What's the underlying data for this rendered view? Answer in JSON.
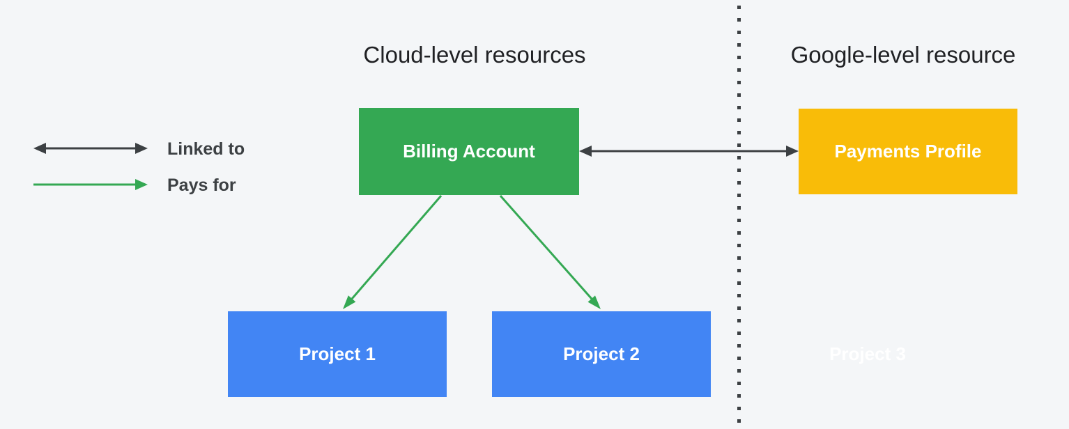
{
  "diagram": {
    "sections": {
      "cloud": {
        "title": "Cloud-level resources"
      },
      "google": {
        "title": "Google-level resource"
      }
    },
    "legend": {
      "linked_to": {
        "label": "Linked to",
        "arrow_style": "double-headed-dark"
      },
      "pays_for": {
        "label": "Pays for",
        "arrow_style": "single-headed-green"
      }
    },
    "nodes": {
      "billing_account": {
        "label": "Billing Account",
        "fill": "#34a853",
        "text_color": "#ffffff"
      },
      "payments_profile": {
        "label": "Payments Profile",
        "fill": "#f9bc08",
        "text_color": "#ffffff"
      },
      "project_1": {
        "label": "Project 1",
        "fill": "#4285f4",
        "text_color": "#ffffff"
      },
      "project_2": {
        "label": "Project 2",
        "fill": "#4285f4",
        "text_color": "#ffffff"
      },
      "project_3": {
        "label": "Project 3",
        "fill": "transparent",
        "text_color": "#ffffff"
      }
    },
    "edges": [
      {
        "from": "billing_account",
        "to": "payments_profile",
        "type": "linked_to"
      },
      {
        "from": "billing_account",
        "to": "project_1",
        "type": "pays_for"
      },
      {
        "from": "billing_account",
        "to": "project_2",
        "type": "pays_for"
      }
    ],
    "colors": {
      "background": "#f4f6f8",
      "divider": "#3c4043",
      "arrow_dark": "#3c4043",
      "arrow_green": "#34a853",
      "heading_text": "#202124",
      "legend_text": "#3c4043"
    }
  }
}
